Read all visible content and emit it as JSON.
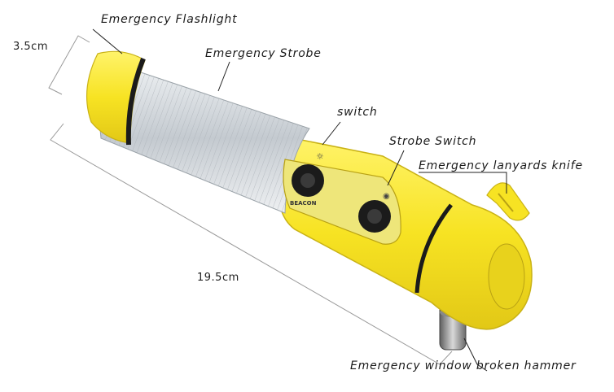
{
  "labels": {
    "flashlight": "Emergency Flashlight",
    "strobe": "Emergency Strobe",
    "switch": "switch",
    "strobe_switch": "Strobe Switch",
    "knife": "Emergency lanyards knife",
    "hammer": "Emergency window broken hammer"
  },
  "dimensions": {
    "diameter": "3.5cm",
    "length": "19.5cm"
  },
  "device_markings": {
    "beacon": "BEACON"
  },
  "colors": {
    "body": "#f7e323",
    "body_shade": "#d9c21a",
    "lens": "#cfd4d9",
    "ring": "#1b1b1b",
    "metal": "#9a9a9a"
  }
}
